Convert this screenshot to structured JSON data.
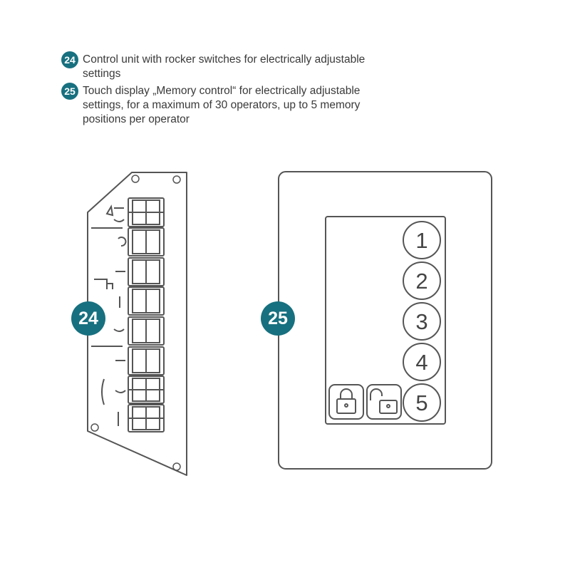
{
  "legend": [
    {
      "number": "24",
      "text": "Control unit with rocker switches for electrically adjustable settings"
    },
    {
      "number": "25",
      "text": "Touch display „Memory control“ for electrically adjustable settings, for a maximum of 30 operators, up to 5 memory positions per operator"
    }
  ],
  "callouts": {
    "control_unit": "24",
    "touch_display": "25"
  },
  "touch_display": {
    "memory_buttons": [
      "1",
      "2",
      "3",
      "4",
      "5"
    ],
    "lock_icon": "lock-closed-icon",
    "unlock_icon": "lock-open-icon"
  },
  "colors": {
    "accent": "#17707f",
    "line": "#555555"
  }
}
